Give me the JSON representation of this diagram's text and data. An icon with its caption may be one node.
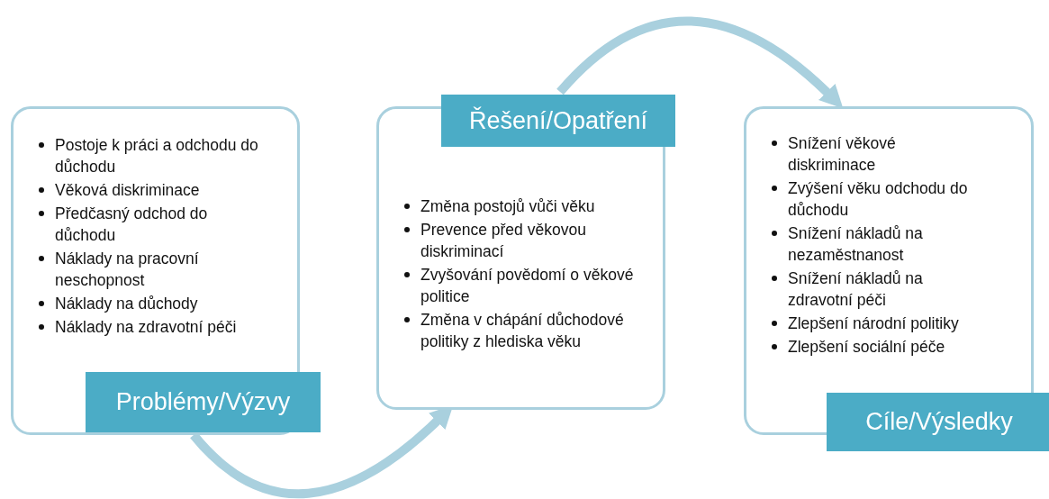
{
  "diagram": {
    "nodes": [
      {
        "text": [
          "Postoje k práci a odchodu do důchodu",
          "Věková diskriminace",
          "Předčasný odchod do důchodu",
          "Náklady na pracovní neschopnost",
          "Náklady na důchody",
          "Náklady na zdravotní péči",
          "Problémy/Výzvy"
        ]
      },
      {
        "text": [
          "Řešení/Opatření",
          "Změna postojů vůči věku",
          "Prevence před věkovou diskriminací",
          "Zvyšování povědomí o věkové politice",
          "Změna v chápání důchodové politiky z hlediska věku"
        ]
      },
      {
        "text": [
          "Snížení věkové diskriminace",
          "Zvýšení věku odchodu do důchodu",
          "Snížení nákladů na nezaměstnanost",
          "Snížení nákladů na zdravotní péči",
          "Zlepšení národní politiky",
          "Zlepšení sociální péče",
          "Cíle/Výsledky"
        ]
      }
    ],
    "edges": [
      {
        "from": 0,
        "to": 1,
        "arrow": "to"
      },
      {
        "from": 1,
        "to": 2,
        "arrow": "to"
      }
    ]
  }
}
